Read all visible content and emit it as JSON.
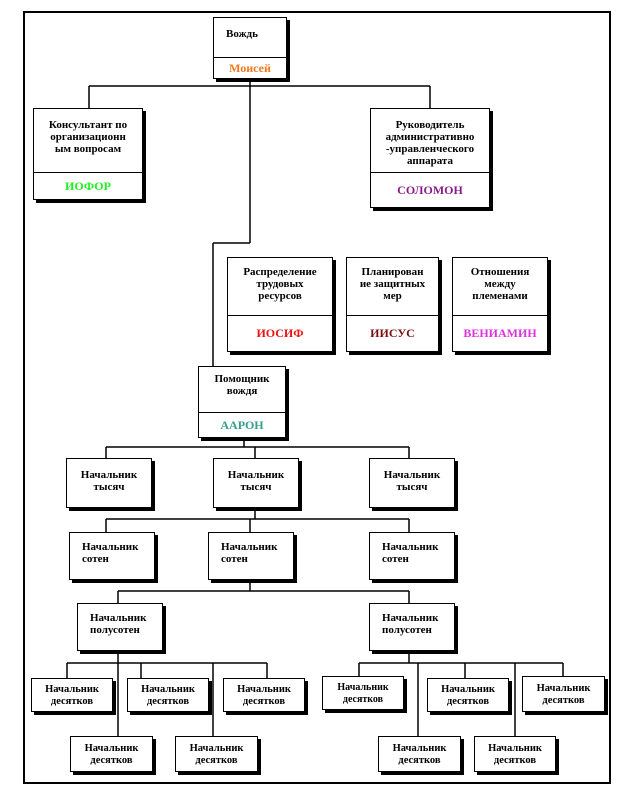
{
  "colors": {
    "moisei": "#f07820",
    "iofor": "#22ee22",
    "solomon": "#8a1a8a",
    "iosif": "#ee1111",
    "iisus": "#7a1010",
    "veniamin": "#dd33dd",
    "aaron": "#33a08a"
  },
  "chief": {
    "title": "Вождь",
    "name": "Моисей"
  },
  "consultant": {
    "title": "Консультант по\nорганизационн\nым вопросам",
    "name": "ИОФОР"
  },
  "admin_head": {
    "title": "Руководитель\nадминистративно\n-управленческого\nаппарата",
    "name": "СОЛОМОН"
  },
  "labor": {
    "title": "Распределение\nтрудовых\nресурсов",
    "name": "ИОСИФ"
  },
  "defense": {
    "title": "Планирован\nие защитных\nмер",
    "name": "ИИСУС"
  },
  "tribes": {
    "title": "Отношения\nмежду\nплеменами",
    "name": "ВЕНИАМИН"
  },
  "assistant": {
    "title": "Помощник\nвождя",
    "name": "ААРОН"
  },
  "thousands": [
    "Начальник\nтысяч",
    "Начальник\nтысяч",
    "Начальник\nтысяч"
  ],
  "hundreds": [
    "Начальник\nсотен",
    "Начальник\nсотен",
    "Начальник\nсотен"
  ],
  "fifties": [
    "Начальник\nполусотен",
    "Начальник\nполусотен"
  ],
  "tens": [
    "Начальник\nдесятков",
    "Начальник\nдесятков",
    "Начальник\nдесятков",
    "Начальник\nдесятков",
    "Начальник\nдесятков",
    "Начальник\nдесятков",
    "Начальник\nдесятков",
    "Начальник\nдесятков",
    "Начальник\nдесятков",
    "Начальник\nдесятков"
  ]
}
